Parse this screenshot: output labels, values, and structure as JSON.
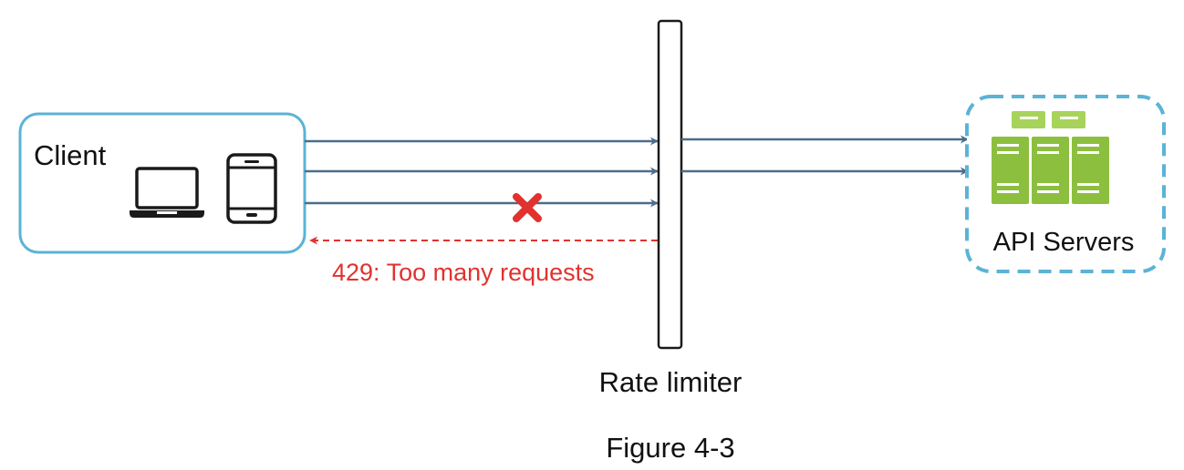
{
  "client": {
    "label": "Client",
    "devices": [
      "laptop-icon",
      "tablet-icon"
    ]
  },
  "rate_limiter": {
    "label": "Rate limiter"
  },
  "api_servers": {
    "label": "API Servers",
    "icon": "server-cluster-icon"
  },
  "rejection": {
    "label": "429: Too many requests",
    "icon": "blocked-x-icon"
  },
  "figure": {
    "caption": "Figure 4-3"
  },
  "colors": {
    "client_border": "#5bb3d6",
    "api_border": "#5bb3d6",
    "arrow": "#4a6e8c",
    "reject": "#e0332f",
    "server_green": "#8dbf3f",
    "server_light": "#a7d35a"
  }
}
